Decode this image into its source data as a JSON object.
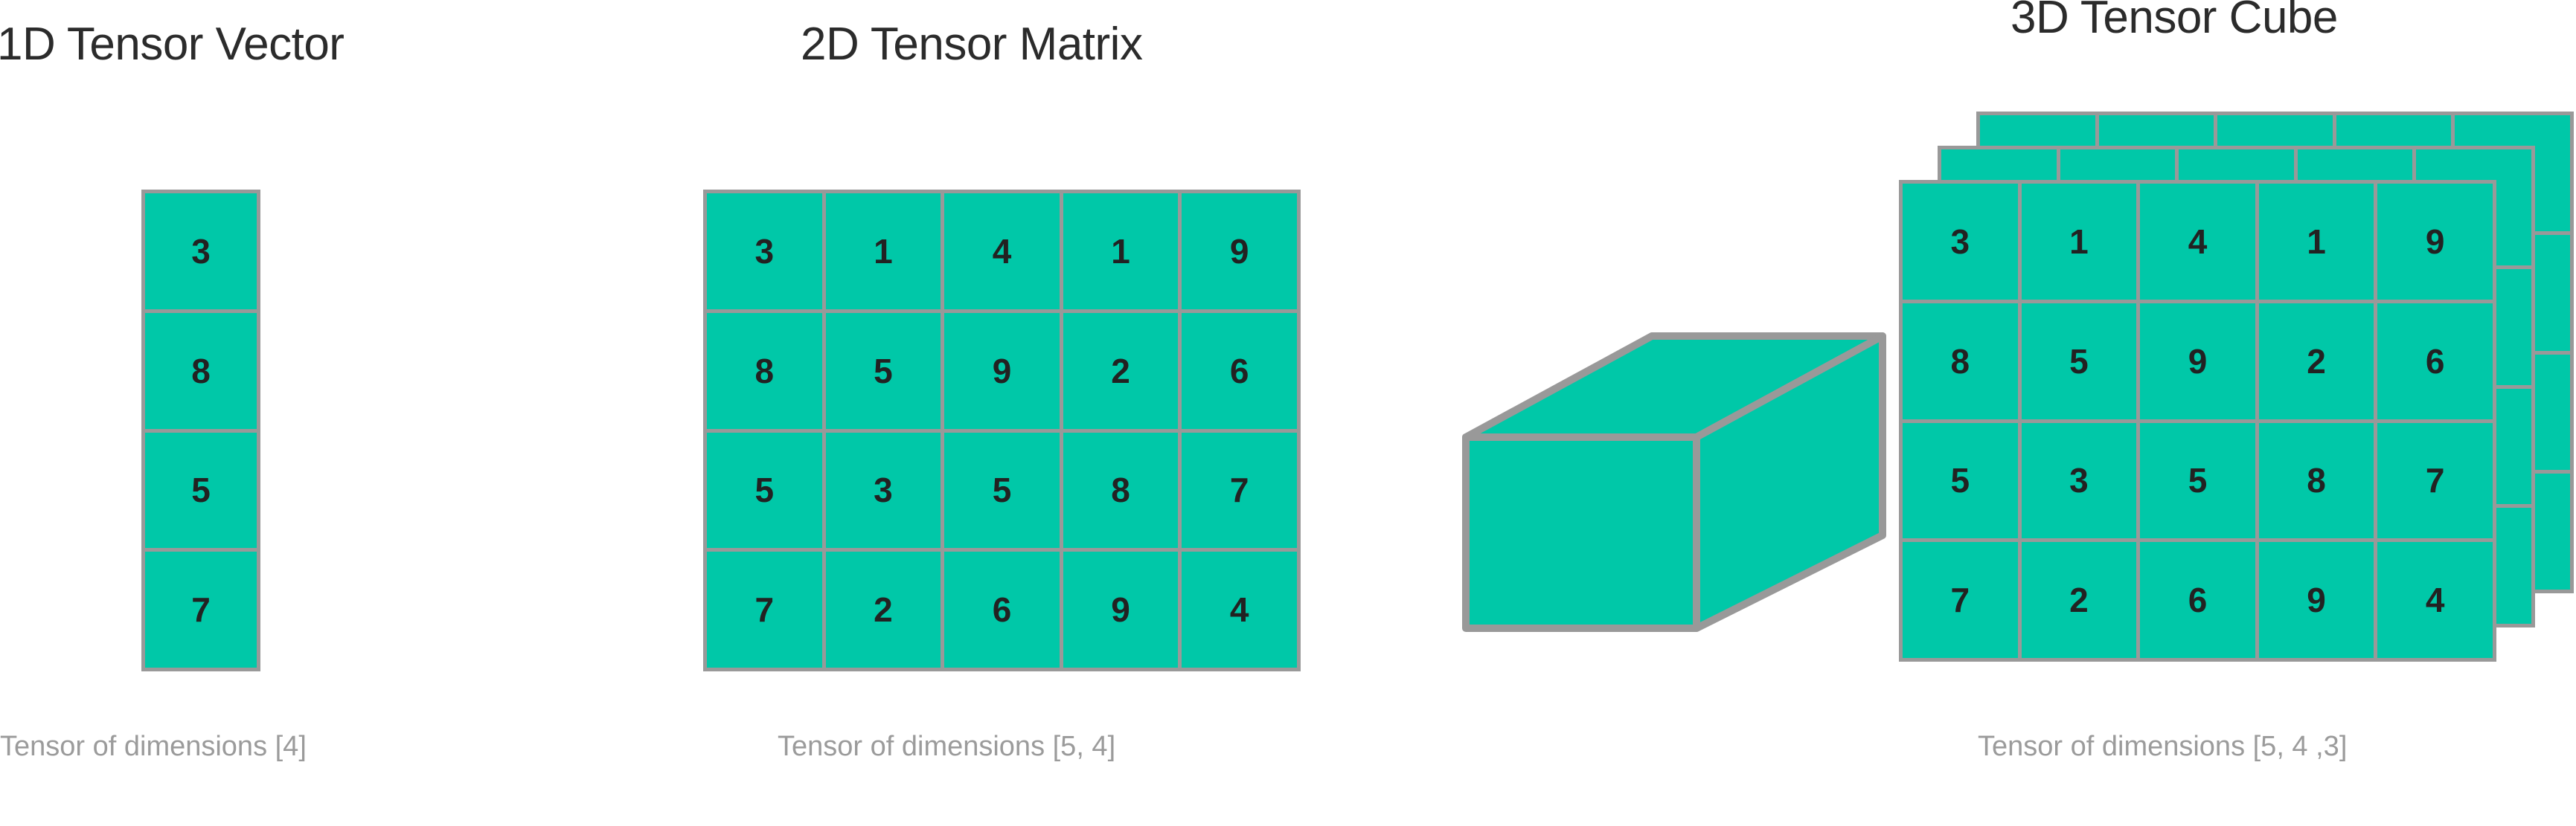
{
  "colors": {
    "cell_fill": "#00c8a8",
    "grid_line": "#999999",
    "title_text": "#2b2b2b",
    "caption_text": "#9b9b9b",
    "value_text": "#222222",
    "background": "#ffffff"
  },
  "panels": {
    "one_d": {
      "title": "1D Tensor Vector",
      "caption": "Tensor of dimensions [4]"
    },
    "two_d": {
      "title": "2D Tensor Matrix",
      "caption": "Tensor of dimensions [5, 4]"
    },
    "three_d": {
      "title": "3D Tensor Cube",
      "caption": "Tensor of dimensions [5, 4 ,3]"
    }
  },
  "chart_data": {
    "type": "table",
    "title": "Tensor dimensionality illustration",
    "tensors": [
      {
        "name": "1D Tensor Vector",
        "rank": 1,
        "shape": [
          4
        ],
        "shape_label": "Tensor of dimensions [4]",
        "values": [
          3,
          8,
          5,
          7
        ],
        "orientation": "column"
      },
      {
        "name": "2D Tensor Matrix",
        "rank": 2,
        "shape": [
          5,
          4
        ],
        "shape_label": "Tensor of dimensions [5, 4]",
        "rows": [
          [
            3,
            1,
            4,
            1,
            9
          ],
          [
            8,
            5,
            9,
            2,
            6
          ],
          [
            5,
            3,
            5,
            8,
            7
          ],
          [
            7,
            2,
            6,
            9,
            4
          ]
        ]
      },
      {
        "name": "3D Tensor Cube",
        "rank": 3,
        "shape": [
          5,
          4,
          3
        ],
        "shape_label": "Tensor of dimensions [5, 4 ,3]",
        "visible_front_slice": [
          [
            3,
            1,
            4,
            1,
            9
          ],
          [
            8,
            5,
            9,
            2,
            6
          ],
          [
            5,
            3,
            5,
            8,
            7
          ],
          [
            7,
            2,
            6,
            9,
            4
          ]
        ],
        "layer_count": 3,
        "solid_box_shown": true
      }
    ]
  },
  "vector_1d": {
    "cells": [
      "3",
      "8",
      "5",
      "7"
    ]
  },
  "matrix_2d": {
    "cells": [
      "3",
      "1",
      "4",
      "1",
      "9",
      "8",
      "5",
      "9",
      "2",
      "6",
      "5",
      "3",
      "5",
      "8",
      "7",
      "7",
      "2",
      "6",
      "9",
      "4"
    ]
  },
  "stack_front": {
    "cells": [
      "3",
      "1",
      "4",
      "1",
      "9",
      "8",
      "5",
      "9",
      "2",
      "6",
      "5",
      "3",
      "5",
      "8",
      "7",
      "7",
      "2",
      "6",
      "9",
      "4"
    ]
  }
}
